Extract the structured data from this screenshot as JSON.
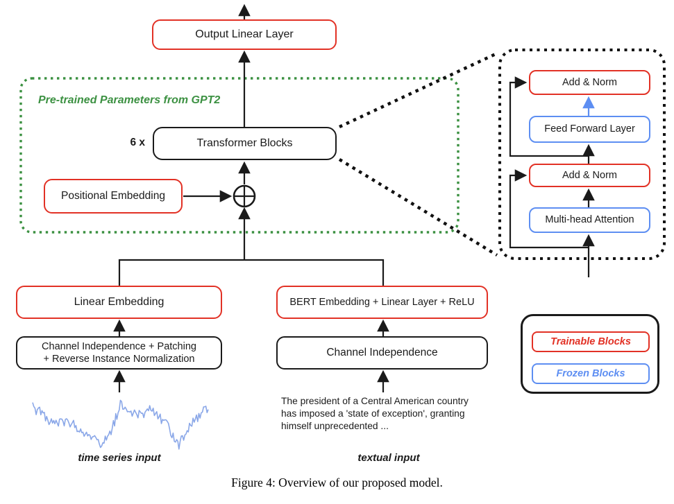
{
  "colors": {
    "trainable_red": "#e23125",
    "frozen_blue": "#5d8ef2",
    "pretrained_green": "#3c9142",
    "timeseries_blue": "#8aa7e8"
  },
  "diagram": {
    "output_layer": "Output Linear Layer",
    "pretrained_label": "Pre-trained Parameters from GPT2",
    "repeat_label": "6 x",
    "transformer_blocks": "Transformer Blocks",
    "positional_embedding": "Positional Embedding",
    "linear_embedding": "Linear Embedding",
    "ci_patching_lines": [
      "Channel Independence + Patching",
      "+ Reverse Instance Normalization"
    ],
    "bert_embedding": "BERT Embedding + Linear Layer + ReLU",
    "channel_independence": "Channel Independence",
    "sample_text_lines": [
      "The president of a Central American country",
      "has imposed a 'state of exception', granting",
      "himself unprecedented ..."
    ],
    "time_series_label": "time series input",
    "textual_label": "textual input"
  },
  "transformer_detail": {
    "add_norm_top": "Add & Norm",
    "feed_forward": "Feed Forward Layer",
    "add_norm_bottom": "Add & Norm",
    "multi_head": "Multi-head Attention"
  },
  "legend": {
    "trainable": "Trainable Blocks",
    "frozen": "Frozen Blocks"
  },
  "caption": "Figure 4: Overview of our proposed model."
}
